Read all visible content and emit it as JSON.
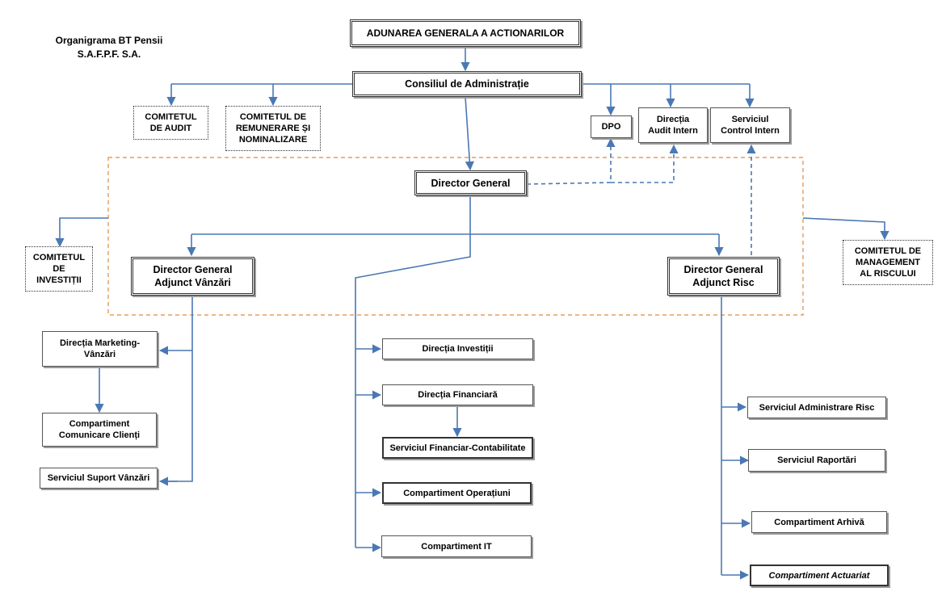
{
  "title": {
    "line1": "Organigrama BT Pensii",
    "line2": "S.A.F.P.F. S.A."
  },
  "nodes": {
    "aga": "ADUNAREA GENERALA A ACTIONARILOR",
    "ca": "Consiliul de Administrație",
    "comitet_audit": "COMITETUL\nDE AUDIT",
    "comitet_remunerare": "COMITETUL DE\nREMUNERARE ȘI\nNOMINALIZARE",
    "dpo": "DPO",
    "audit_intern": "Direcția\nAudit Intern",
    "control_intern": "Serviciul\nControl Intern",
    "director_general": "Director General",
    "comitet_investitii": "COMITETUL\nDE\nINVESTIȚII",
    "dga_vanzari": "Director General\nAdjunct Vânzări",
    "dga_risc": "Director General\nAdjunct Risc",
    "comitet_risc": "COMITETUL DE\nMANAGEMENT\nAL RISCULUI",
    "marketing": "Direcția Marketing-\nVânzări",
    "comunicare": "Compartiment\nComunicare Clienți",
    "suport_vanzari": "Serviciul Suport Vânzări",
    "investitii": "Direcția Investiții",
    "financiara": "Direcția Financiară",
    "financiar_contabil": "Serviciul Financiar-Contabilitate",
    "operatiuni": "Compartiment Operațiuni",
    "it": "Compartiment IT",
    "administrare_risc": "Serviciul Administrare Risc",
    "raportari": "Serviciul Raportări",
    "arhiva": "Compartiment Arhivă",
    "actuariat": "Compartiment Actuariat"
  },
  "colors": {
    "connector": "#4a78b4",
    "dashed_region": "#e08a3c",
    "box_border": "#333333"
  }
}
